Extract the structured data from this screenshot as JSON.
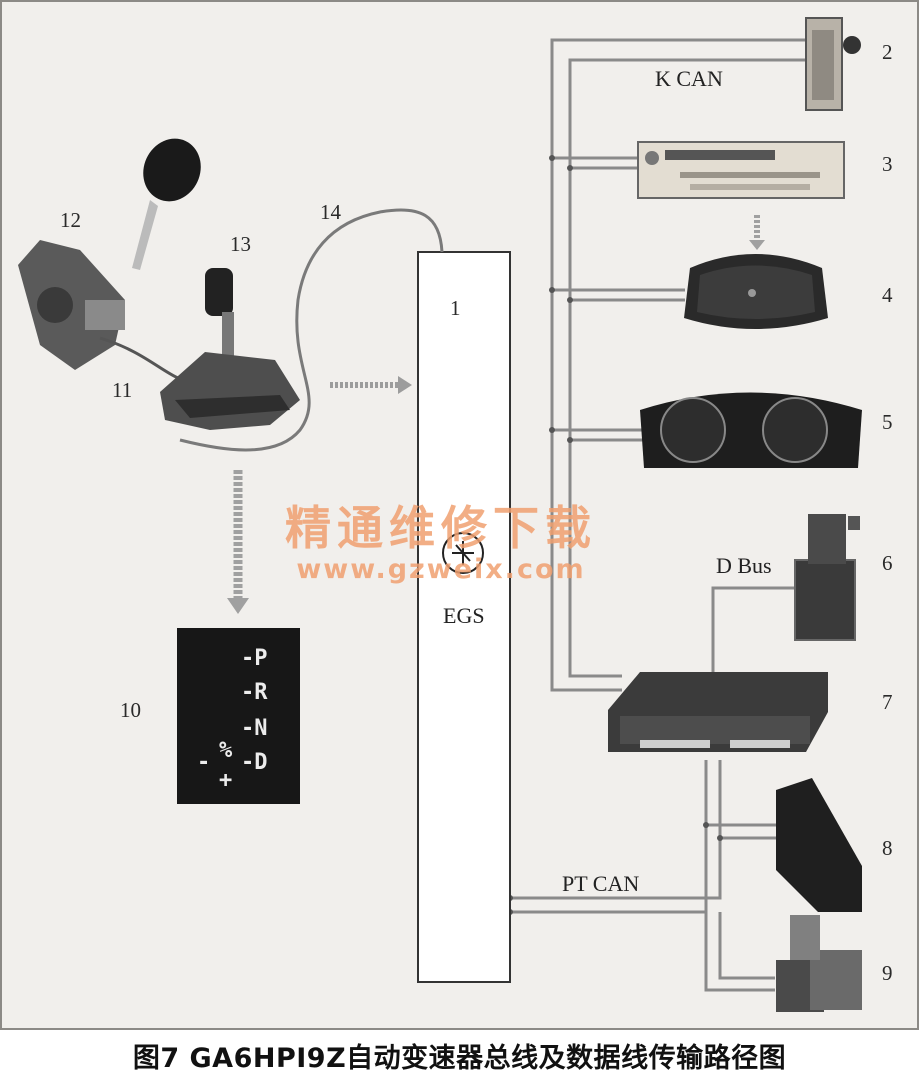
{
  "diagram": {
    "ecu_label": "EGS",
    "buses": {
      "k_can": "K CAN",
      "d_bus": "D Bus",
      "pt_can": "PT CAN"
    },
    "component_numbers": {
      "n1": "1",
      "n2": "2",
      "n3": "3",
      "n4": "4",
      "n5": "5",
      "n6": "6",
      "n7": "7",
      "n8": "8",
      "n9": "9",
      "n10": "10",
      "n11": "11",
      "n12": "12",
      "n13": "13",
      "n14": "14"
    },
    "gear_display": {
      "p": "-P",
      "r": "-R",
      "n": "-N",
      "d": "-D",
      "minus": "-",
      "plus": "+",
      "tip": "%"
    },
    "watermark": {
      "line1": "精通维修下载",
      "line2": "www.gzweix.com"
    }
  },
  "caption": "图7 GA6HPI9Z自动变速器总线及数据线传输路径图"
}
